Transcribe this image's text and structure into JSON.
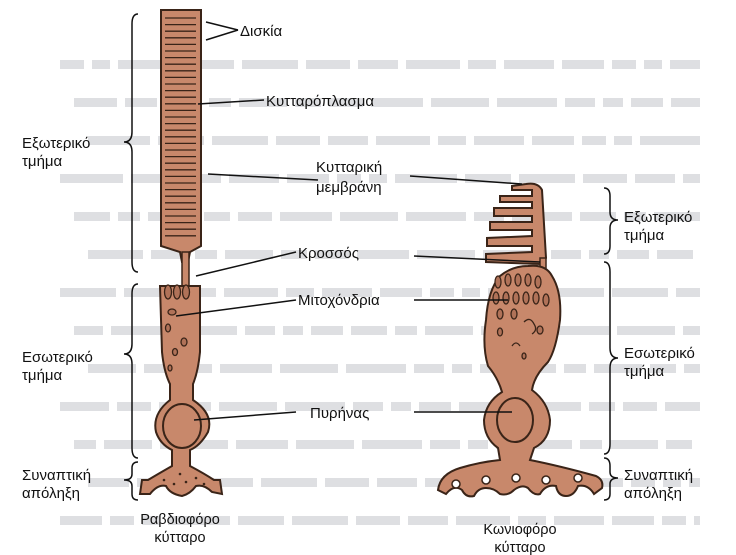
{
  "labels": {
    "discs": "Δισκία",
    "cytoplasm": "Κυτταρόπλασμα",
    "membrane_line1": "Κυτταρική",
    "membrane_line2": "μεμβράνη",
    "cilium": "Κροσσός",
    "mitochondria": "Μιτοχόνδρια",
    "nucleus": "Πυρήνας"
  },
  "left_segments": {
    "outer_line1": "Εξωτερικό",
    "outer_line2": "τμήμα",
    "inner_line1": "Εσωτερικό",
    "inner_line2": "τμήμα",
    "synaptic_line1": "Συναπτική",
    "synaptic_line2": "απόληξη"
  },
  "right_segments": {
    "outer_line1": "Εξωτερικό",
    "outer_line2": "τμήμα",
    "inner_line1": "Εσωτερικό",
    "inner_line2": "τμήμα",
    "synaptic_line1": "Συναπτική",
    "synaptic_line2": "απόληξη"
  },
  "captions": {
    "rod_line1": "Ραβδιοφόρο",
    "rod_line2": "κύτταρο",
    "cone_line1": "Κωνιοφόρο",
    "cone_line2": "κύτταρο"
  },
  "colors": {
    "cell_fill": "#c8886b",
    "cell_stroke": "#3a2418",
    "organelle_fill": "#b07258",
    "text": "#111111"
  }
}
